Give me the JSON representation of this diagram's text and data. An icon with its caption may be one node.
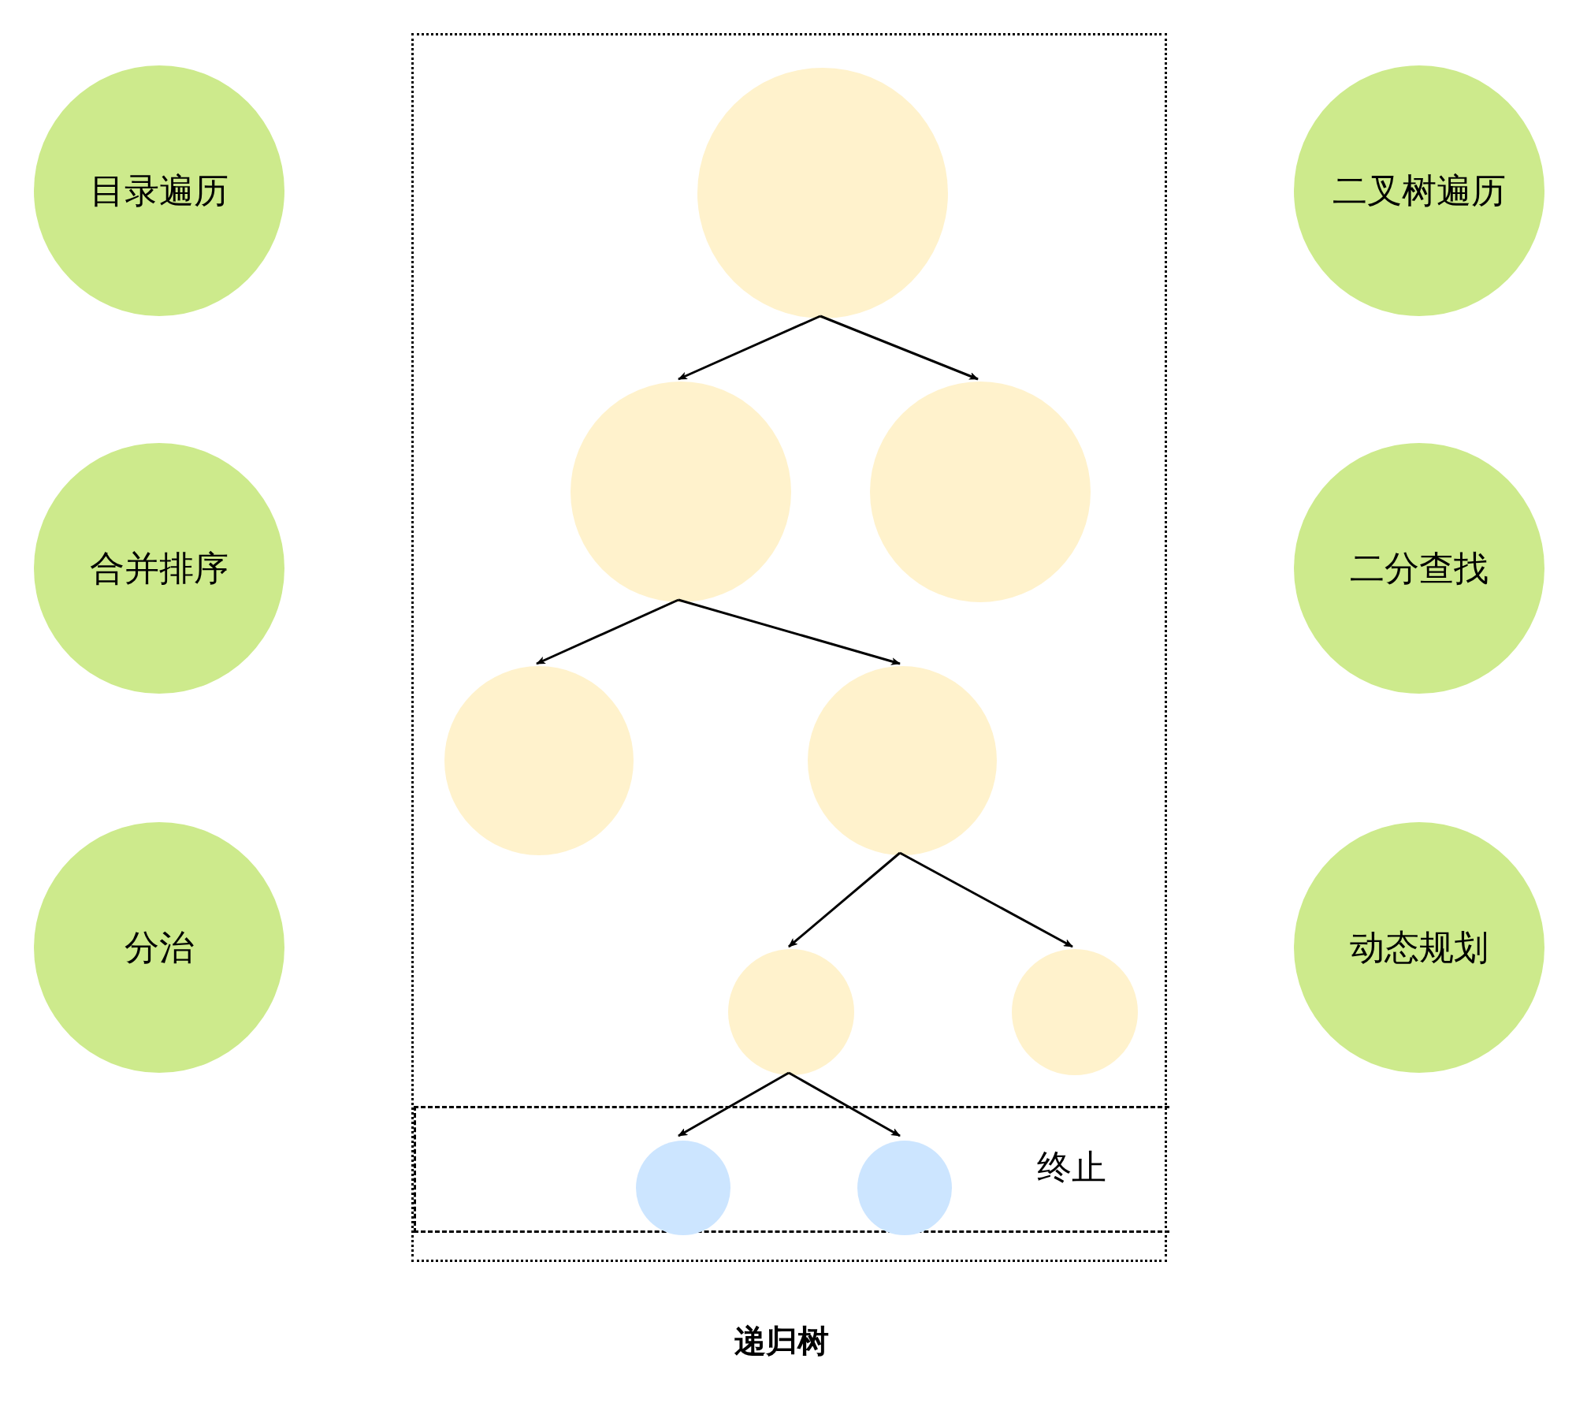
{
  "diagram": {
    "nodes": [
      {
        "text": [
          "目录遍历"
        ]
      },
      {
        "text": [
          "合并排序"
        ]
      },
      {
        "text": [
          "分治"
        ]
      },
      {
        "text": [
          "递归树"
        ]
      },
      {
        "text": [],
        "shape": "circle",
        "in": 3
      },
      {
        "text": [],
        "shape": "circle",
        "in": 3
      },
      {
        "text": [],
        "shape": "circle",
        "in": 3
      },
      {
        "text": [],
        "shape": "circle",
        "in": 3
      },
      {
        "text": [],
        "shape": "circle",
        "in": 3
      },
      {
        "text": [],
        "shape": "circle",
        "in": 3
      },
      {
        "text": [],
        "shape": "circle",
        "in": 3
      },
      {
        "text": [
          "终止"
        ],
        "in": 3
      },
      {
        "text": [],
        "shape": "circle",
        "in": 11
      },
      {
        "text": [],
        "shape": "circle",
        "in": 11
      },
      {
        "text": [
          "二叉树遍历"
        ]
      },
      {
        "text": [
          "二分查找"
        ]
      },
      {
        "text": [
          "动态规划"
        ]
      }
    ],
    "edges": [
      {
        "from": 4,
        "to": 5,
        "arrow": "to"
      },
      {
        "from": 4,
        "to": 6,
        "arrow": "to"
      },
      {
        "from": 5,
        "to": 7,
        "arrow": "to"
      },
      {
        "from": 5,
        "to": 8,
        "arrow": "to"
      },
      {
        "from": 8,
        "to": 9,
        "arrow": "to"
      },
      {
        "from": 8,
        "to": 10,
        "arrow": "to"
      },
      {
        "from": 9,
        "to": 12,
        "arrow": "to"
      },
      {
        "from": 9,
        "to": 13,
        "arrow": "to"
      }
    ]
  }
}
